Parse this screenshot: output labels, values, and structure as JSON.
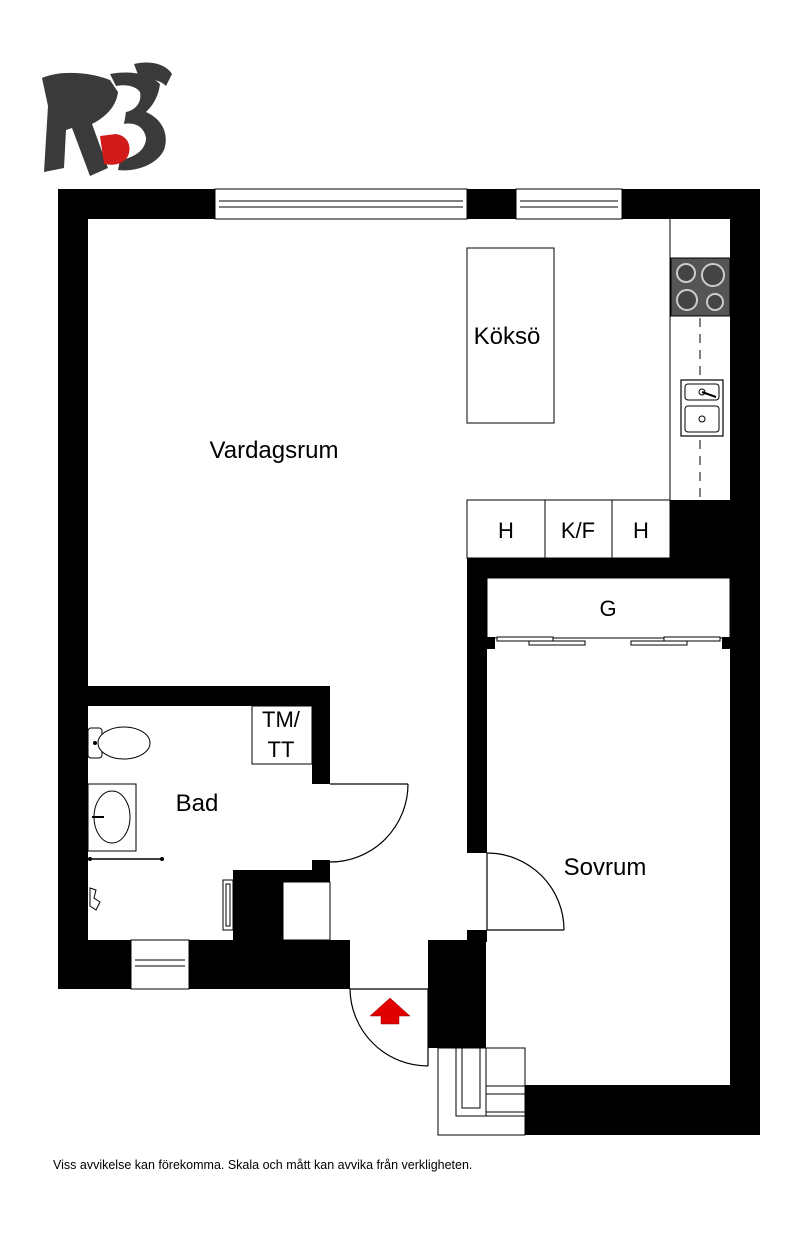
{
  "logo": {
    "text": "RBD"
  },
  "rooms": {
    "vardagsrum": "Vardagsrum",
    "koksö": "Köksö",
    "bad": "Bad",
    "sovrum": "Sovrum",
    "tm_tt_line1": "TM/",
    "tm_tt_line2": "TT",
    "garderob": "G"
  },
  "kitchen_cabinets": [
    "H",
    "K/F",
    "H"
  ],
  "disclaimer": "Viss avvikelse kan förekomma. Skala och mått kan avvika från verkligheten.",
  "colors": {
    "wall": "#000000",
    "entrance_arrow": "#e00000",
    "logo_dark": "#3a3a3a",
    "logo_red": "#d11a1a"
  }
}
